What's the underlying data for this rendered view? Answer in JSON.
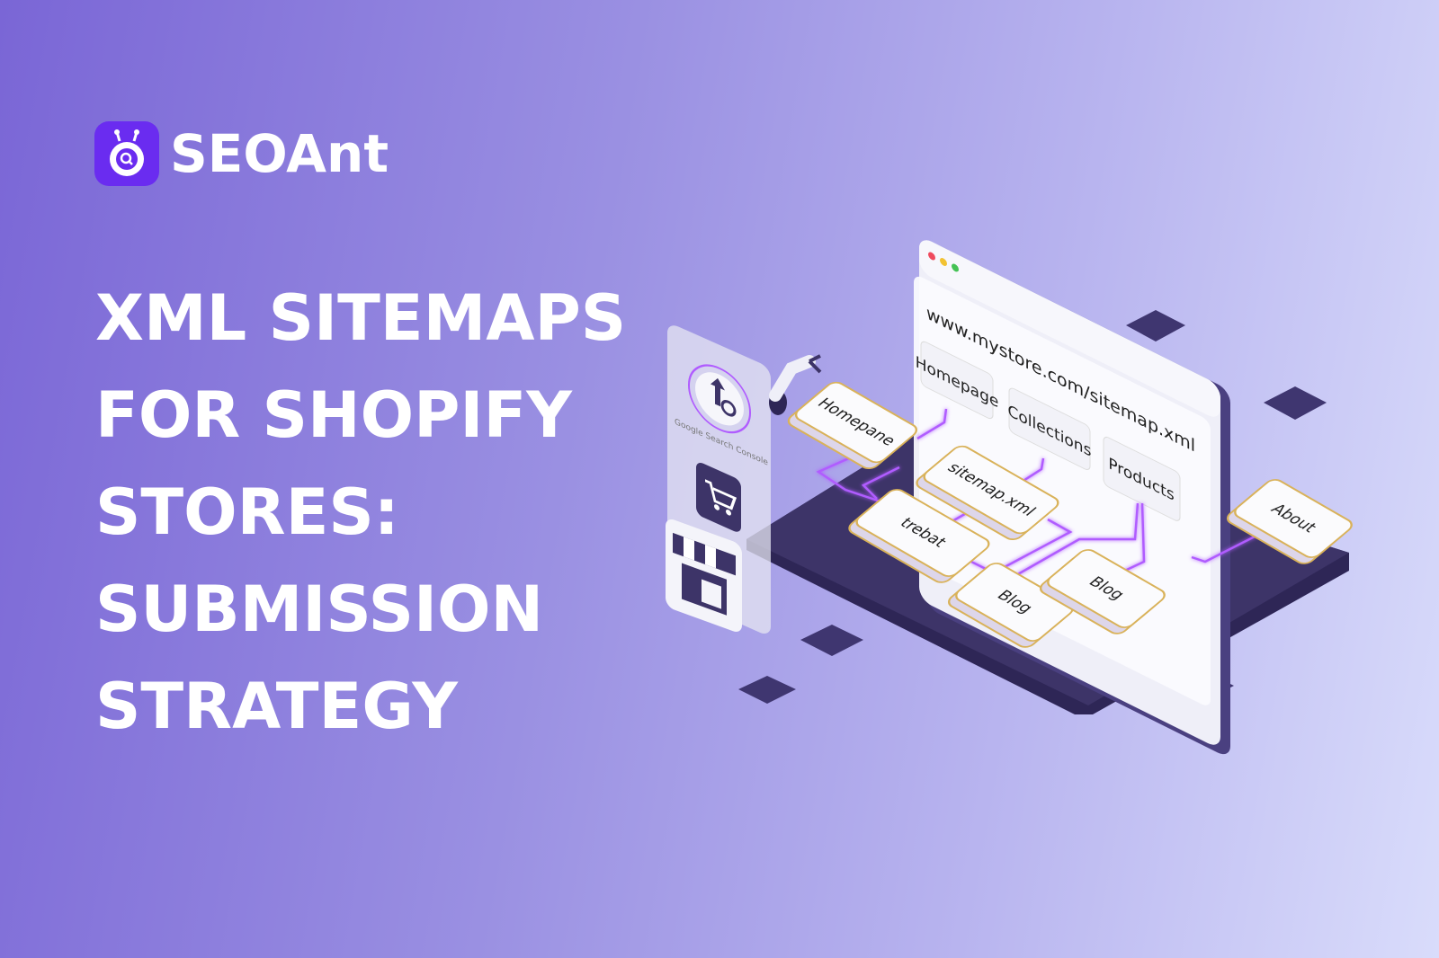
{
  "brand": {
    "name": "SEOAnt",
    "logo_icon": "robot-magnifier-icon",
    "color": "#6a2cf0"
  },
  "headline": {
    "lines": [
      "XML SITEMAPS",
      "FOR SHOPIFY",
      "STORES:",
      "SUBMISSION",
      "STRATEGY"
    ]
  },
  "illustration": {
    "browser_url": "www.mystore.com/sitemap.xml",
    "browser_tabs": [
      "Homepage",
      "Collections",
      "Products"
    ],
    "gsc_label": "Google Search Console",
    "cards": [
      "Homepane",
      "sitemap.xml",
      "trebat",
      "Blog",
      "Blog",
      "About"
    ],
    "colors": {
      "platform": "#3d3468",
      "connector": "#b05cff",
      "card_border": "#d9b25a"
    }
  }
}
